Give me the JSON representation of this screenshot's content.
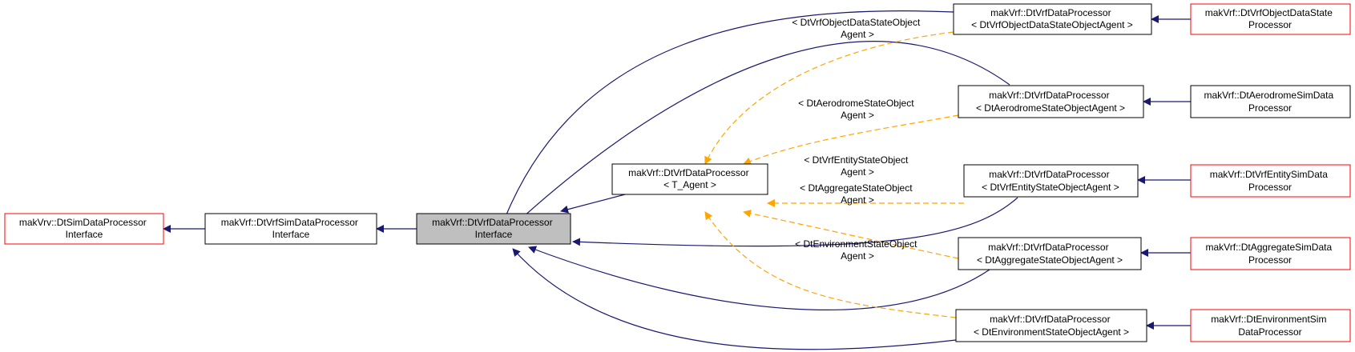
{
  "colors": {
    "node_border_default": "#000000",
    "node_border_external": "#ff0000",
    "node_fill_default": "#ffffff",
    "node_fill_focus": "#bfbfbf",
    "edge_inherit": "#191970",
    "edge_template": "#ffa500"
  },
  "nodes": {
    "sim_if": {
      "line1": "makVrv::DtSimDataProcessor",
      "line2": "Interface"
    },
    "vrf_sim_if": {
      "line1": "makVrf::DtVrfSimDataProcessor",
      "line2": "Interface"
    },
    "data_if": {
      "line1": "makVrf::DtVrfDataProcessor",
      "line2": "Interface"
    },
    "tmpl": {
      "line1": "makVrf::DtVrfDataProcessor",
      "line2": "< T_Agent >"
    },
    "p_obj": {
      "line1": "makVrf::DtVrfDataProcessor",
      "line2": "< DtVrfObjectDataStateObjectAgent >"
    },
    "p_aero": {
      "line1": "makVrf::DtVrfDataProcessor",
      "line2": "< DtAerodromeStateObjectAgent >"
    },
    "p_ent": {
      "line1": "makVrf::DtVrfDataProcessor",
      "line2": "< DtVrfEntityStateObjectAgent >"
    },
    "p_agg": {
      "line1": "makVrf::DtVrfDataProcessor",
      "line2": "< DtAggregateStateObjectAgent >"
    },
    "p_env": {
      "line1": "makVrf::DtVrfDataProcessor",
      "line2": "< DtEnvironmentStateObjectAgent >"
    },
    "c_obj": {
      "line1": "makVrf::DtVrfObjectDataState",
      "line2": "Processor"
    },
    "c_aero": {
      "line1": "makVrf::DtAerodromeSimData",
      "line2": "Processor"
    },
    "c_ent": {
      "line1": "makVrf::DtVrfEntitySimData",
      "line2": "Processor"
    },
    "c_agg": {
      "line1": "makVrf::DtAggregateSimData",
      "line2": "Processor"
    },
    "c_env": {
      "line1": "makVrf::DtEnvironmentSim",
      "line2": "DataProcessor"
    }
  },
  "edge_labels": {
    "obj": {
      "line1": "< DtVrfObjectDataStateObject",
      "line2": "Agent >"
    },
    "aero": {
      "line1": "< DtAerodromeStateObject",
      "line2": "Agent >"
    },
    "ent": {
      "line1": "< DtVrfEntityStateObject",
      "line2": "Agent >"
    },
    "agg": {
      "line1": "< DtAggregateStateObject",
      "line2": "Agent >"
    },
    "env": {
      "line1": "< DtEnvironmentStateObject",
      "line2": "Agent >"
    }
  }
}
